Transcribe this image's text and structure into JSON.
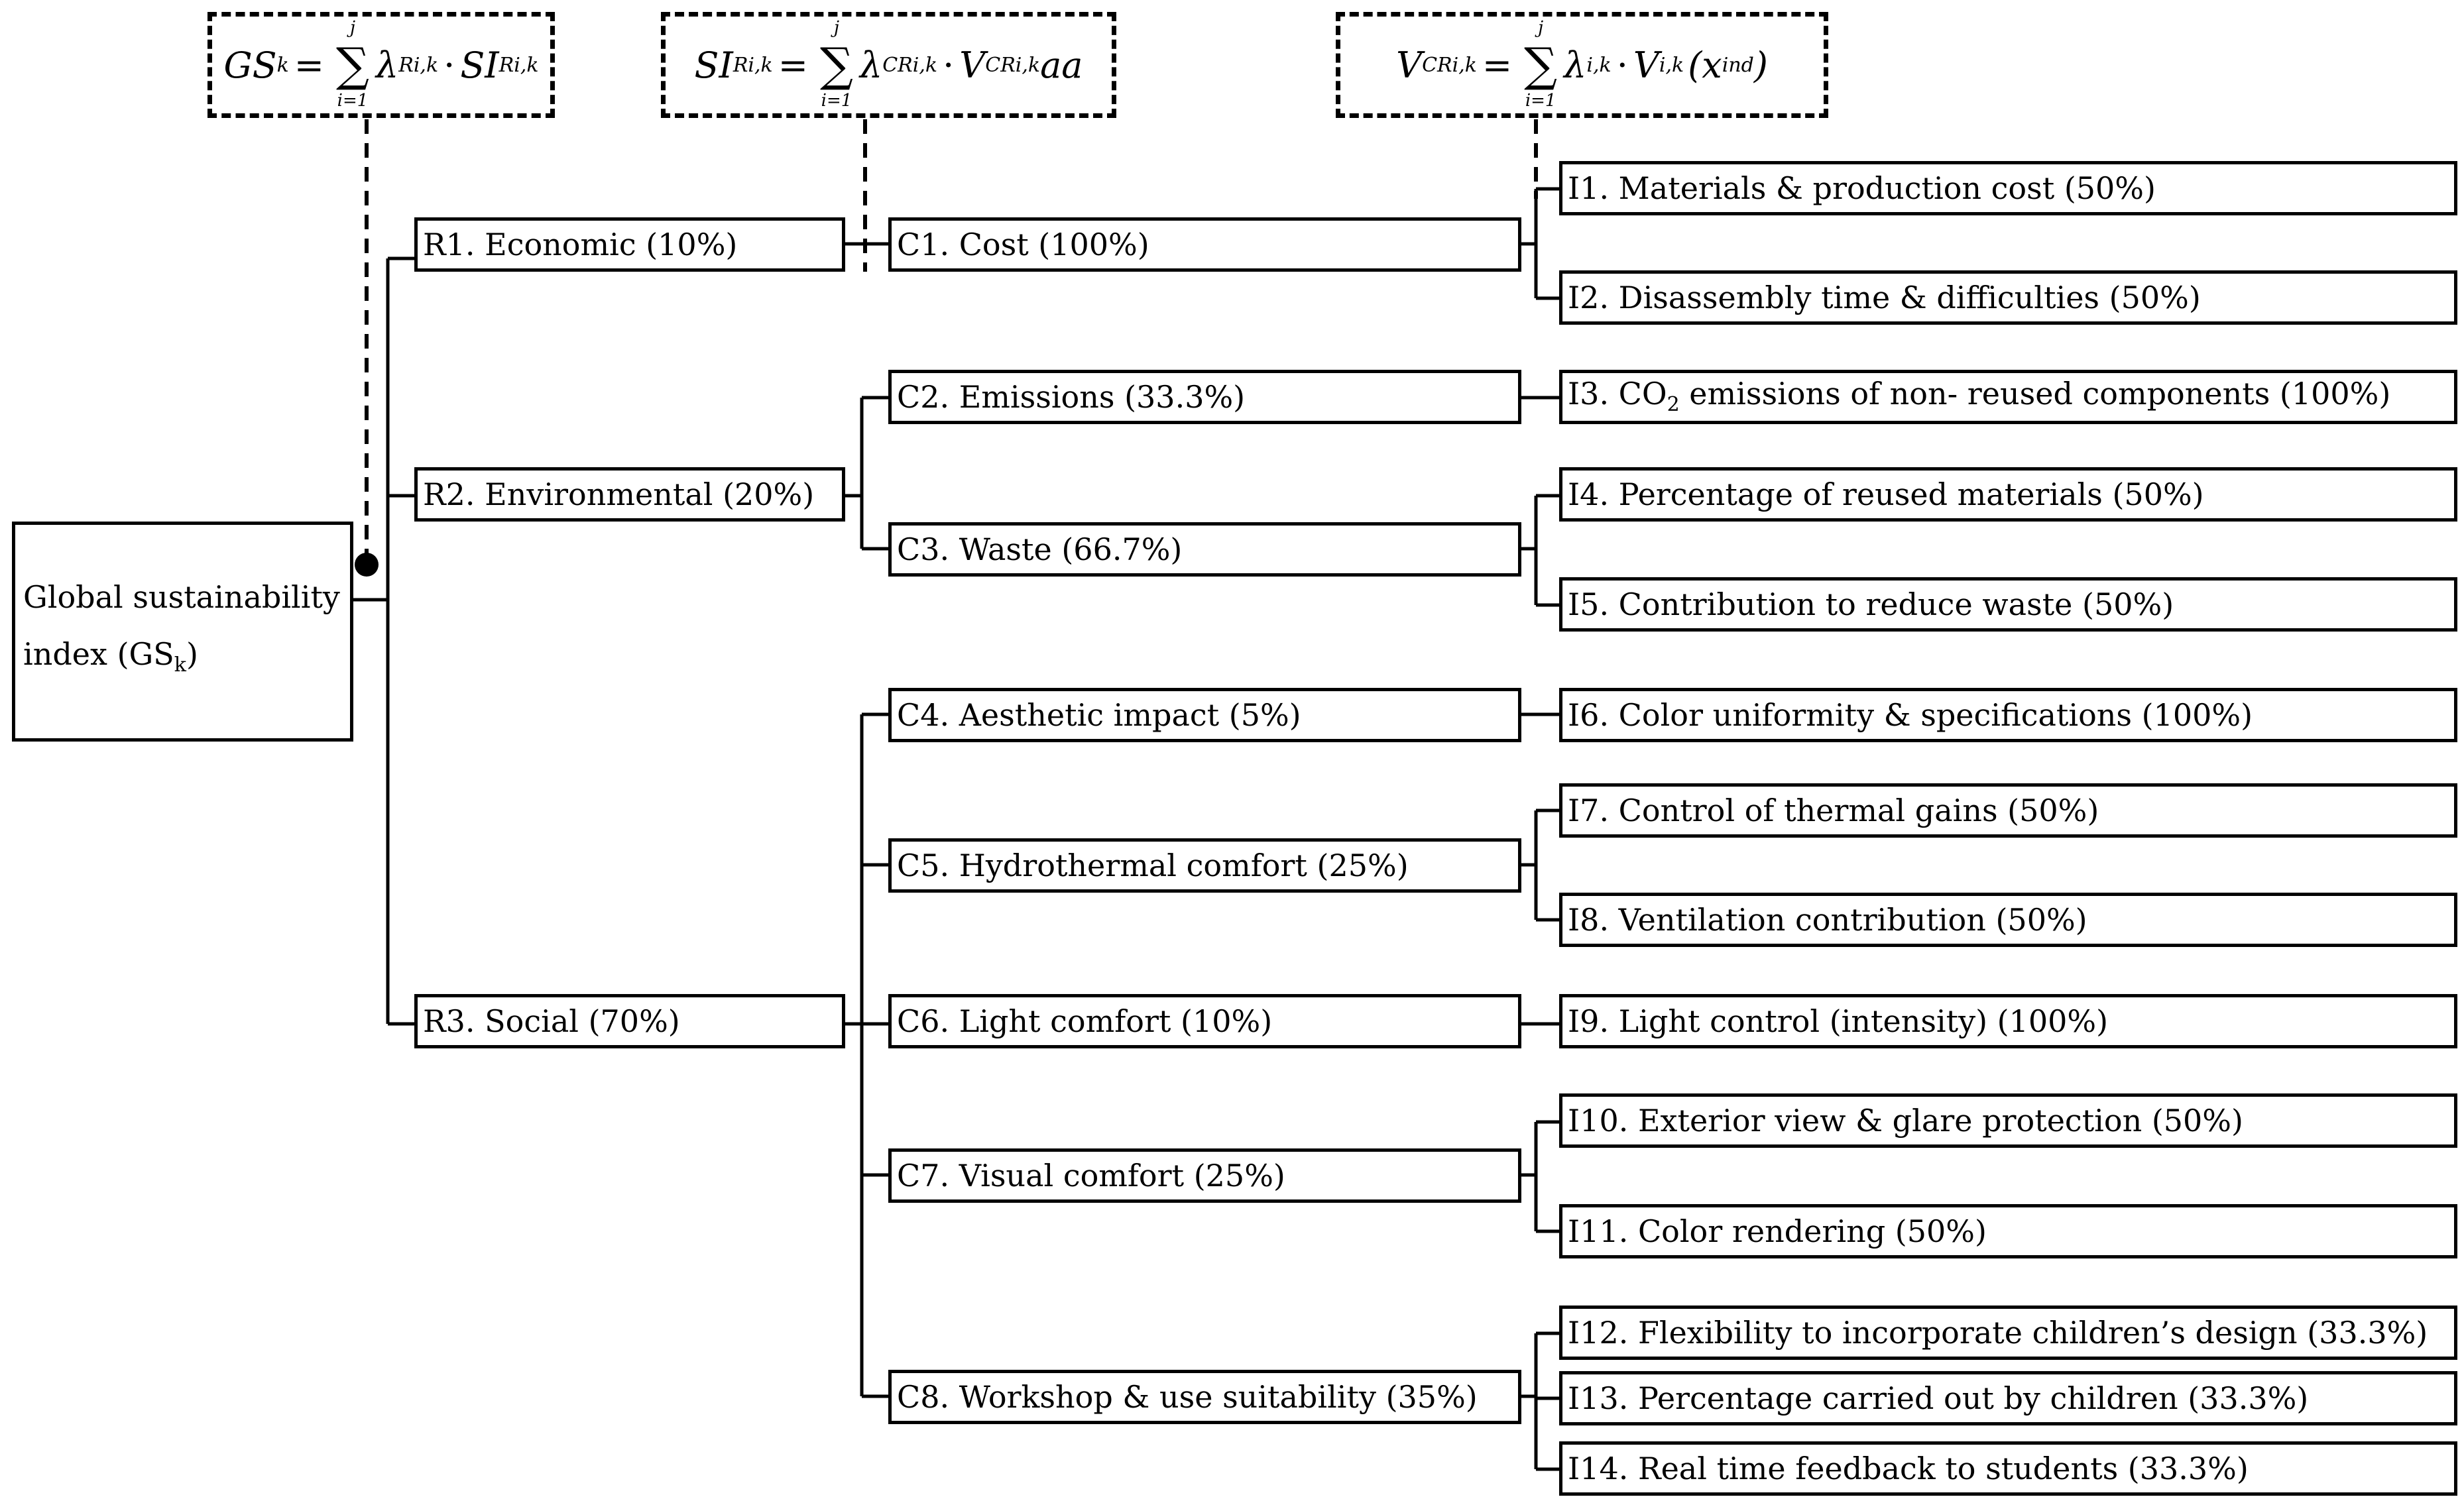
{
  "formulas": {
    "gs": {
      "lhs": "GS",
      "lhs_sub": "k",
      "top": "j",
      "bot": "i=1",
      "coef": "λ",
      "coef_sub": "Ri,k",
      "dot": "·",
      "term": "SI",
      "term_sub": "Ri,k",
      "tail": ""
    },
    "si": {
      "lhs": "SI",
      "lhs_sub": "Ri,k",
      "top": "j",
      "bot": "i=1",
      "coef": "λ",
      "coef_sub": "CRi,k",
      "dot": "·",
      "term": "V",
      "term_sub": "CRi,k",
      "tail": "aa"
    },
    "v": {
      "lhs": "V",
      "lhs_sub": "CRi,k",
      "top": "j",
      "bot": "i=1",
      "coef": "λ",
      "coef_sub": "i,k",
      "dot": "·",
      "term": "V",
      "term_sub": "i,k",
      "tail": "(x",
      "tail_sub": "ind",
      "tail_end": ")"
    }
  },
  "root": {
    "line1": "Global sustainability",
    "line2_prefix": "index (GS",
    "line2_sub": "k",
    "line2_suffix": ")"
  },
  "requirements": [
    {
      "label": "R1. Economic (10%)"
    },
    {
      "label": "R2. Environmental (20%)"
    },
    {
      "label": "R3. Social (70%)"
    }
  ],
  "criteria": [
    {
      "label": "C1. Cost (100%)"
    },
    {
      "label": "C2. Emissions (33.3%)"
    },
    {
      "label": "C3. Waste (66.7%)"
    },
    {
      "label": "C4. Aesthetic impact (5%)"
    },
    {
      "label": "C5. Hydrothermal comfort (25%)"
    },
    {
      "label": "C6. Light comfort (10%)"
    },
    {
      "label": "C7. Visual comfort (25%)"
    },
    {
      "label": "C8. Workshop & use suitability (35%)"
    }
  ],
  "indicators": [
    {
      "label": "I1. Materials & production cost (50%)"
    },
    {
      "label": "I2. Disassembly time & difficulties (50%)"
    },
    {
      "pre": "I3. CO",
      "sub": "2",
      "post": " emissions of non- reused components (100%)"
    },
    {
      "label": "I4. Percentage of reused materials (50%)"
    },
    {
      "label": "I5. Contribution to reduce waste (50%)"
    },
    {
      "label": "I6. Color uniformity & specifications (100%)"
    },
    {
      "label": "I7. Control of thermal gains (50%)"
    },
    {
      "label": "I8. Ventilation contribution (50%)"
    },
    {
      "label": "I9. Light control (intensity) (100%)"
    },
    {
      "label": "I10. Exterior view & glare protection (50%)"
    },
    {
      "label": "I11. Color rendering (50%)"
    },
    {
      "label": "I12. Flexibility to incorporate children’s design (33.3%)"
    },
    {
      "label": "I13. Percentage carried out by children (33.3%)"
    },
    {
      "label": "I14. Real time feedback to students (33.3%)"
    }
  ]
}
